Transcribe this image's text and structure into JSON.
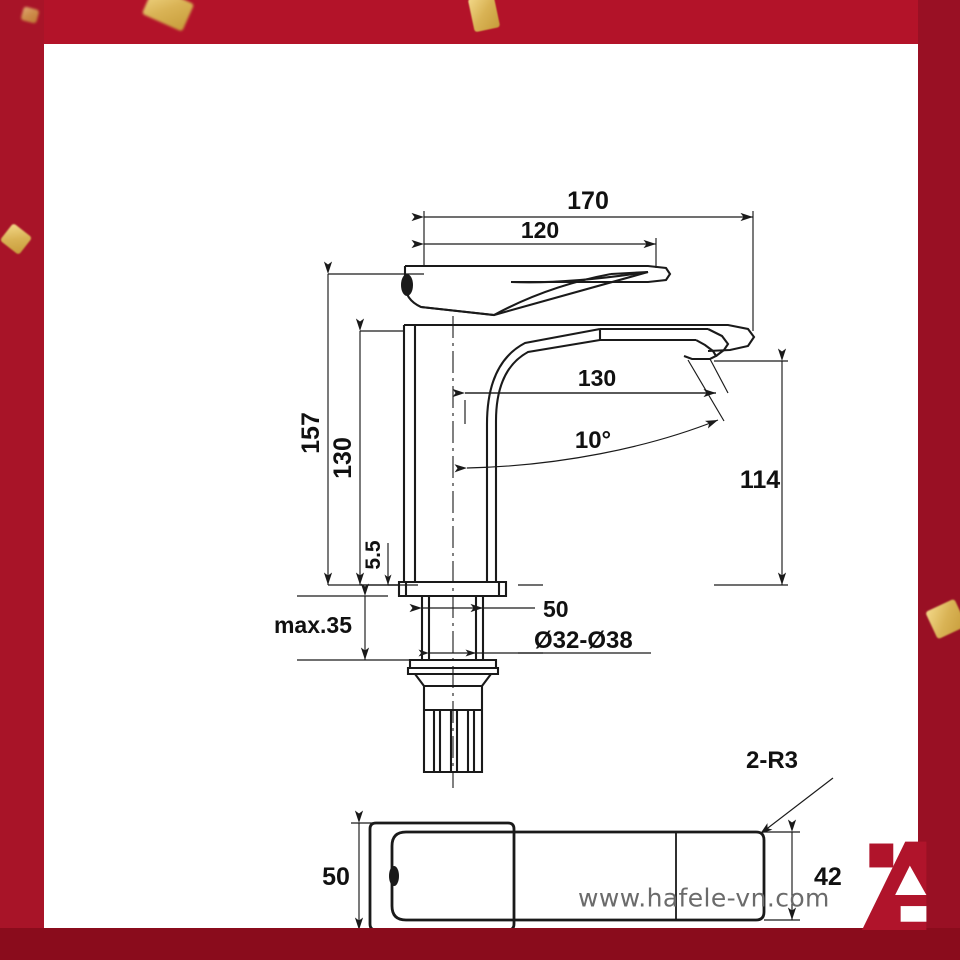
{
  "document": {
    "type": "technical-drawing",
    "subject": "basin mixer tap dimensional drawing",
    "units": "mm"
  },
  "branding": {
    "site_url": "www.hafele-vn.com",
    "logo_name": "hafele-logo",
    "logo_letter": "A",
    "brand_red": "#B0142B",
    "frame_red_top": "#B31329",
    "frame_red_left": "#A81428",
    "frame_red_right": "#991024",
    "frame_red_bottom": "#8A0C1C",
    "confetti_gold": "#D9B355"
  },
  "views": {
    "elevation": {
      "label": "side elevation"
    },
    "plan": {
      "label": "top plan view"
    }
  },
  "dimensions": {
    "overall_width": "170",
    "handle_width": "120",
    "spout_reach": "130",
    "overall_height": "157",
    "spout_height": "130",
    "aerator_height": "114",
    "base_offset": "5.5",
    "base_diameter": "50",
    "mounting_hole": "Ø32-Ø38",
    "max_thickness": "max.35",
    "spout_angle": "10°",
    "plan_outer_width": "50",
    "plan_inner_width": "42",
    "corner_radius": "2-R3"
  },
  "callouts": [
    {
      "id": "d170",
      "value": "170",
      "kind": "linear-horizontal"
    },
    {
      "id": "d120",
      "value": "120",
      "kind": "linear-horizontal"
    },
    {
      "id": "d130r",
      "value": "130",
      "kind": "linear-horizontal"
    },
    {
      "id": "d157",
      "value": "157",
      "kind": "linear-vertical"
    },
    {
      "id": "d130v",
      "value": "130",
      "kind": "linear-vertical"
    },
    {
      "id": "d55",
      "value": "5.5",
      "kind": "linear-vertical"
    },
    {
      "id": "d114",
      "value": "114",
      "kind": "linear-vertical"
    },
    {
      "id": "dmax",
      "value": "max.35",
      "kind": "linear-vertical"
    },
    {
      "id": "d50b",
      "value": "50",
      "kind": "linear-horizontal"
    },
    {
      "id": "ddia",
      "value": "Ø32-Ø38",
      "kind": "diameter"
    },
    {
      "id": "dang",
      "value": "10°",
      "kind": "angular"
    },
    {
      "id": "d50p",
      "value": "50",
      "kind": "linear-vertical"
    },
    {
      "id": "d42p",
      "value": "42",
      "kind": "linear-vertical"
    },
    {
      "id": "dr3",
      "value": "2-R3",
      "kind": "radius-leader"
    }
  ]
}
